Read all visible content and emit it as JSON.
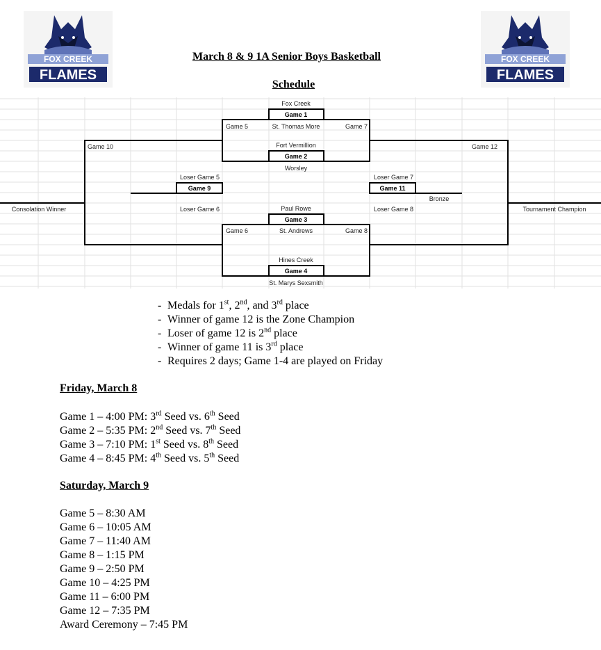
{
  "header": {
    "logo_text_top": "FOX CREEK",
    "logo_text_bottom": "FLAMES",
    "title": "March 8 & 9 1A Senior Boys Basketball",
    "subtitle": "Schedule"
  },
  "bracket": {
    "game1": {
      "label": "Game 1",
      "team_top": "Fox Creek",
      "team_bottom": "St. Thomas More"
    },
    "game2": {
      "label": "Game 2",
      "team_top": "Fort Vermillion",
      "team_bottom": "Worsley"
    },
    "game3": {
      "label": "Game 3",
      "team_top": "Paul Rowe",
      "team_bottom": "St. Andrews"
    },
    "game4": {
      "label": "Game 4",
      "team_top": "Hines Creek",
      "team_bottom": "St. Marys Sexsmith"
    },
    "game5": "Game 5",
    "game6": "Game 6",
    "game7": "Game 7",
    "game8": "Game 8",
    "game9": {
      "label": "Game 9",
      "top": "Loser Game 5",
      "bottom": "Loser Game 6"
    },
    "game10": "Game 10",
    "game11": {
      "label": "Game 11",
      "top": "Loser Game 7",
      "bottom": "Loser Game 8",
      "result": "Bronze"
    },
    "game12": "Game 12",
    "consolation": "Consolation Winner",
    "champion": "Tournament Champion"
  },
  "notes": [
    {
      "pre": "Medals for 1",
      "s1": "st",
      "m1": ", 2",
      "s2": "nd",
      "m2": ", and 3",
      "s3": "rd",
      "post": " place"
    },
    {
      "text": "Winner of game 12 is the Zone Champion"
    },
    {
      "pre": "Loser of game 12 is 2",
      "sup": "nd",
      "post": " place"
    },
    {
      "pre": "Winner of game 11 is 3",
      "sup": "rd",
      "post": " place"
    },
    {
      "text": "Requires 2 days; Game 1-4 are played on Friday"
    }
  ],
  "friday": {
    "heading": "Friday, March 8",
    "games": [
      {
        "pre": "Game 1 – 4:00 PM: 3",
        "s1": "rd",
        "mid": " Seed vs. 6",
        "s2": "th",
        "post": " Seed"
      },
      {
        "pre": "Game 2 – 5:35 PM: 2",
        "s1": "nd",
        "mid": " Seed vs. 7",
        "s2": "th",
        "post": " Seed"
      },
      {
        "pre": "Game 3 – 7:10 PM: 1",
        "s1": "st",
        "mid": " Seed vs. 8",
        "s2": "th",
        "post": " Seed"
      },
      {
        "pre": "Game 4 – 8:45 PM: 4",
        "s1": "th",
        "mid": " Seed vs. 5",
        "s2": "th",
        "post": " Seed"
      }
    ]
  },
  "saturday": {
    "heading": "Saturday, March 9",
    "games": [
      "Game 5 – 8:30 AM",
      "Game 6 – 10:05 AM",
      "Game 7 – 11:40 AM",
      "Game 8 – 1:15 PM",
      "Game 9 – 2:50 PM",
      "Game 10 – 4:25 PM",
      "Game 11 – 6:00 PM",
      "Game 12 – 7:35 PM",
      "Award Ceremony – 7:45 PM"
    ]
  }
}
